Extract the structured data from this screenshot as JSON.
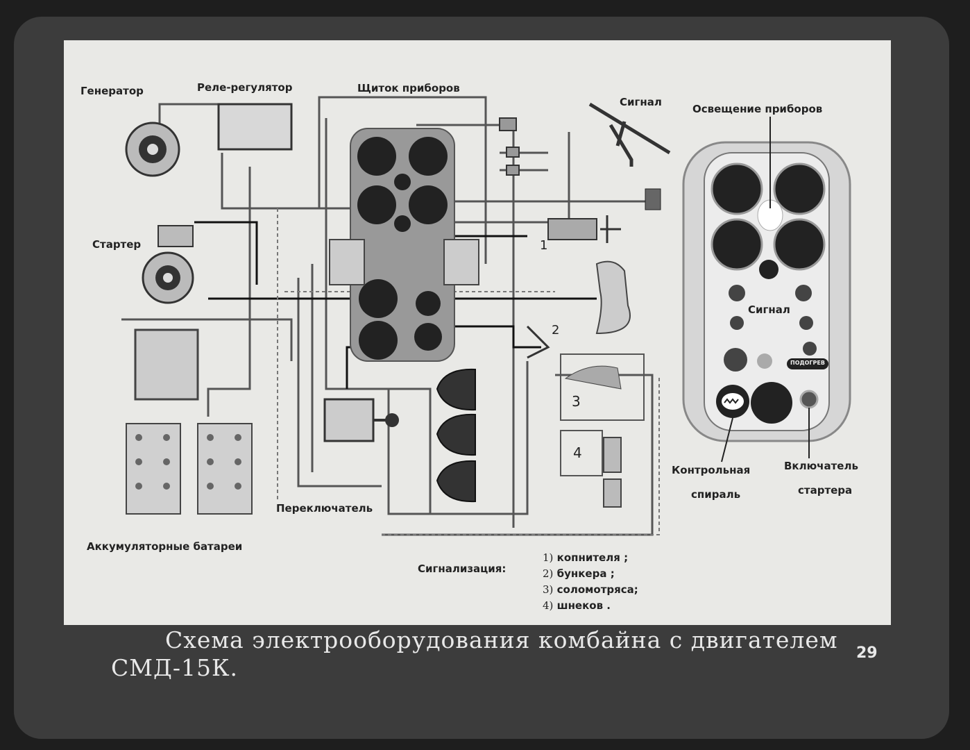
{
  "labels": {
    "generator": "Генератор",
    "relay": "Реле-регулятор",
    "dashboard": "Щиток приборов",
    "horn": "Сигнал",
    "panel_light": "Освещение приборов",
    "starter": "Стартер",
    "panel_signal": "Сигнал",
    "heater_label": "ПОДОГРЕВ",
    "control_coil_1": "Контрольная",
    "control_coil_2": "спираль",
    "starter_switch_1": "Включатель",
    "starter_switch_2": "стартера",
    "batteries": "Аккумуляторные батареи",
    "switch": "Переключатель",
    "n1": "1",
    "n2": "2",
    "n3": "3",
    "n4": "4"
  },
  "signaling": {
    "title": "Сигнализация:",
    "items": [
      {
        "num": "1)",
        "text": "копнителя ;"
      },
      {
        "num": "2)",
        "text": "бункера   ;"
      },
      {
        "num": "3)",
        "text": "соломотряса;"
      },
      {
        "num": "4)",
        "text": "шнеков ."
      }
    ]
  },
  "caption": "Схема электрооборудования комбайна с двигателем СМД-15К.",
  "frame_number": "29"
}
